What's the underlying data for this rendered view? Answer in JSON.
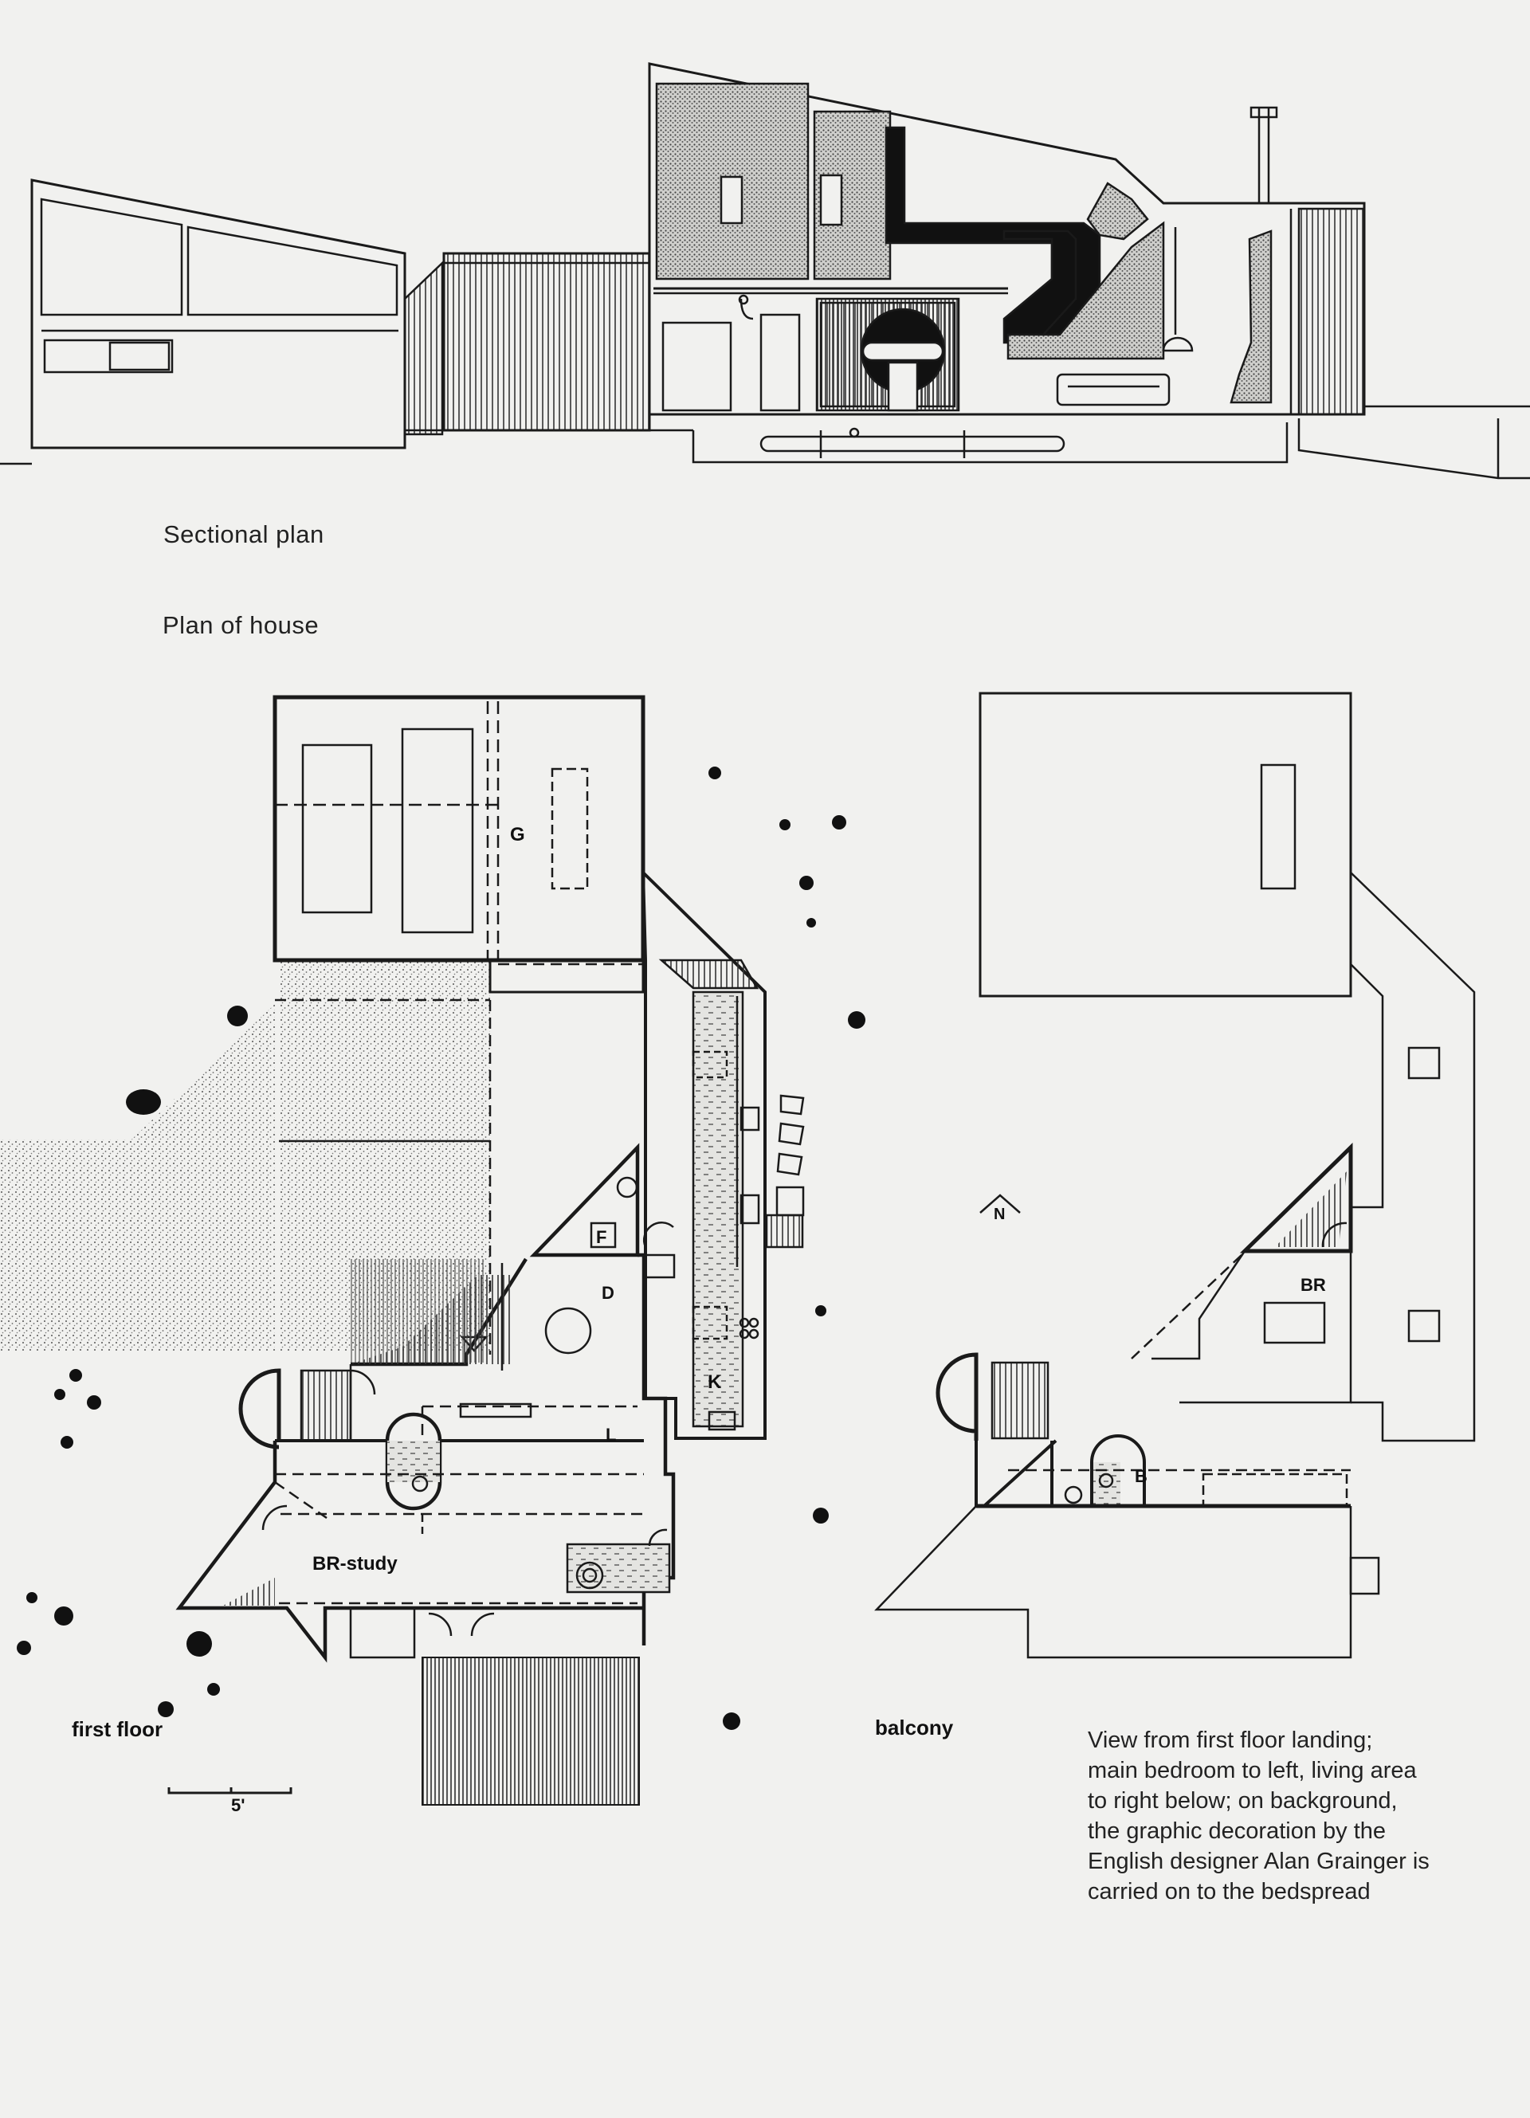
{
  "titles": {
    "sectional_plan": "Sectional plan",
    "plan_of_house": "Plan of house"
  },
  "plan_labels": {
    "first_floor": "first floor",
    "balcony": "balcony"
  },
  "rooms": {
    "garage": "G",
    "freezer": "F",
    "dining": "D",
    "kitchen": "K",
    "living": "L",
    "bedroom_study": "BR-study",
    "bedroom": "BR",
    "bath": "B"
  },
  "north_marker": "N",
  "scale_bar": "5'",
  "view_caption": [
    "View from first floor landing;",
    "main bedroom to left, living area",
    "to right below; on background,",
    "the graphic decoration by the",
    "English designer Alan Grainger is",
    "carried on to the bedspread"
  ]
}
